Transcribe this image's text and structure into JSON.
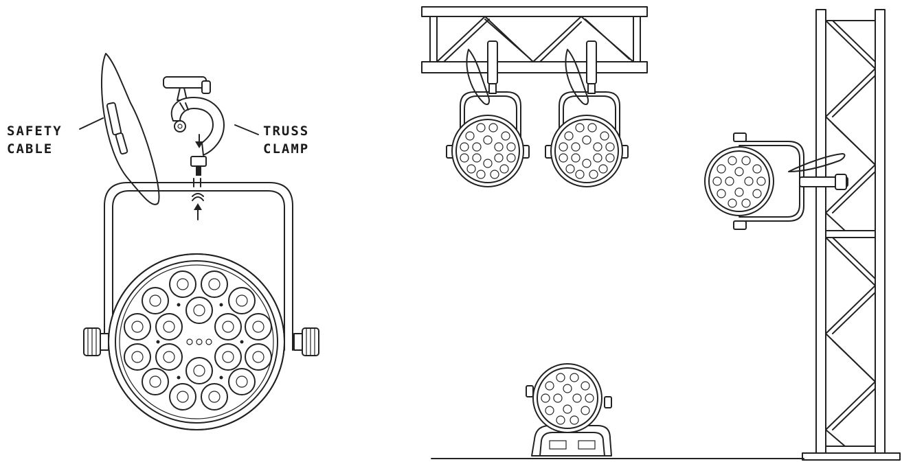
{
  "labels": {
    "safety_cable_line1": "SAFETY",
    "safety_cable_line2": "CABLE",
    "truss_clamp_line1": "TRUSS",
    "truss_clamp_line2": "CLAMP"
  },
  "colors": {
    "line": "#222222",
    "background": "#ffffff"
  },
  "fixture": {
    "led_count": 18
  }
}
